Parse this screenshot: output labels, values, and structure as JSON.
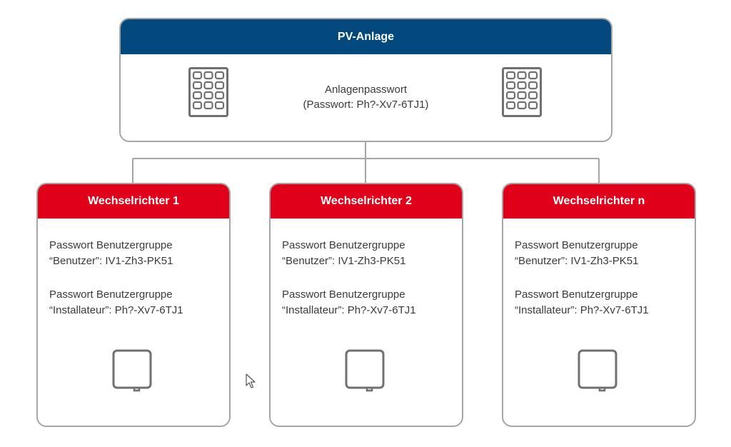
{
  "pv_system": {
    "title": "PV-Anlage",
    "password_title": "Anlagenpasswort",
    "password_value": "(Passwort: Ph?-Xv7-6TJ1)"
  },
  "inverters": [
    {
      "title": "Wechselrichter 1",
      "group1_label": "Passwort Benutzergruppe",
      "group1_value": "“Benutzer”: IV1-Zh3-PK51",
      "group2_label": "Passwort Benutzergruppe",
      "group2_value": "“Installateur”: Ph?-Xv7-6TJ1"
    },
    {
      "title": "Wechselrichter 2",
      "group1_label": "Passwort Benutzergruppe",
      "group1_value": "“Benutzer”: IV1-Zh3-PK51",
      "group2_label": "Passwort Benutzergruppe",
      "group2_value": "“Installateur”: Ph?-Xv7-6TJ1"
    },
    {
      "title": "Wechselrichter n",
      "group1_label": "Passwort Benutzergruppe",
      "group1_value": "“Benutzer”: IV1-Zh3-PK51",
      "group2_label": "Passwort Benutzergruppe",
      "group2_value": "“Installateur”: Ph?-Xv7-6TJ1"
    }
  ],
  "colors": {
    "pv_header": "#04497d",
    "inverter_header": "#e0001a",
    "border": "#a6a6a6",
    "icon": "#707070"
  },
  "icons": {
    "solar_panel": "solar-panel-icon",
    "inverter": "inverter-device-icon",
    "cursor": "mouse-pointer-icon"
  }
}
